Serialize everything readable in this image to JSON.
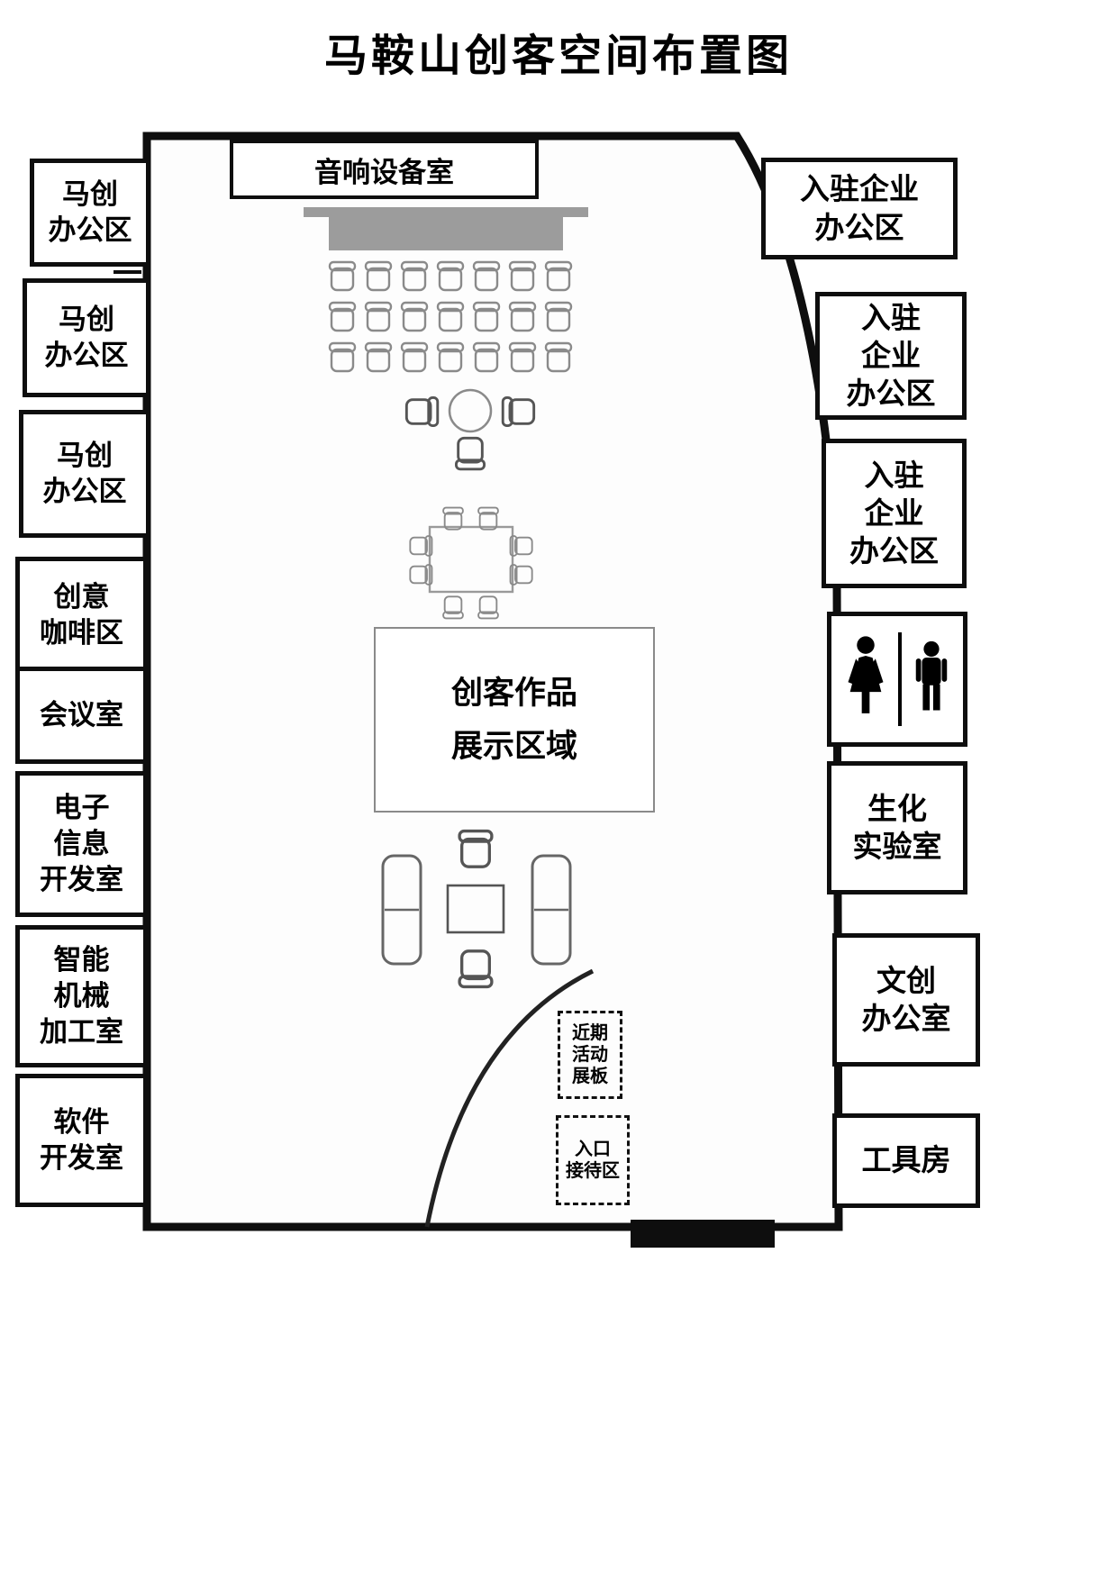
{
  "title": "马鞍山创客空间布置图",
  "left_rooms": [
    {
      "label": "马创\n办公区"
    },
    {
      "label": "马创\n办公区"
    },
    {
      "label": "马创\n办公区"
    },
    {
      "label": "创意\n咖啡区"
    },
    {
      "label": "会议室"
    },
    {
      "label": "电子\n信息\n开发室"
    },
    {
      "label": "智能\n机械\n加工室"
    },
    {
      "label": "软件\n开发室"
    }
  ],
  "right_rooms": [
    {
      "label": "入驻企业\n办公区"
    },
    {
      "label": "入驻\n企业\n办公区"
    },
    {
      "label": "入驻\n企业\n办公区"
    },
    {
      "label": "生化\n实验室"
    },
    {
      "label": "文创\n办公室"
    },
    {
      "label": "工具房"
    }
  ],
  "interior": {
    "audio_room": "音响设备室",
    "display_area": "创客作品\n展示区域",
    "activity_board": "近期\n活动\n展板",
    "entrance_reception": "入口\n接待区"
  },
  "icons": {
    "restroom": [
      "female-figure",
      "male-figure"
    ]
  },
  "colors": {
    "wall": "#0e0e0e",
    "stage_gray": "#9c9c9c",
    "furniture_gray": "#8a8a8a",
    "sketch_gray": "#666666"
  }
}
